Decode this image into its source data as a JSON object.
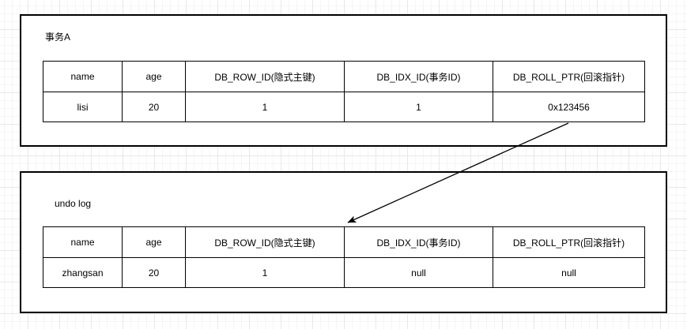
{
  "canvas": {
    "background": "#ffffff",
    "grid_minor_color": "#f5f5f5",
    "grid_major_color": "#e8e8e8",
    "shape_border_color": "#000000",
    "text_color": "#000000"
  },
  "transaction_a": {
    "title": "事务A",
    "table": {
      "headers": [
        "name",
        "age",
        "DB_ROW_ID(隐式主键)",
        "DB_IDX_ID(事务ID)",
        "DB_ROLL_PTR(回滚指针)"
      ],
      "rows": [
        [
          "lisi",
          "20",
          "1",
          "1",
          "0x123456"
        ]
      ]
    }
  },
  "undo_log": {
    "title": "undo log",
    "table": {
      "headers": [
        "name",
        "age",
        "DB_ROW_ID(隐式主键)",
        "DB_IDX_ID(事务ID)",
        "DB_ROLL_PTR(回滚指针)"
      ],
      "rows": [
        [
          "zhangsan",
          "20",
          "1",
          "null",
          "null"
        ]
      ]
    }
  },
  "arrow": {
    "from": "transaction_a DB_ROLL_PTR value 0x123456",
    "to": "undo_log record"
  }
}
